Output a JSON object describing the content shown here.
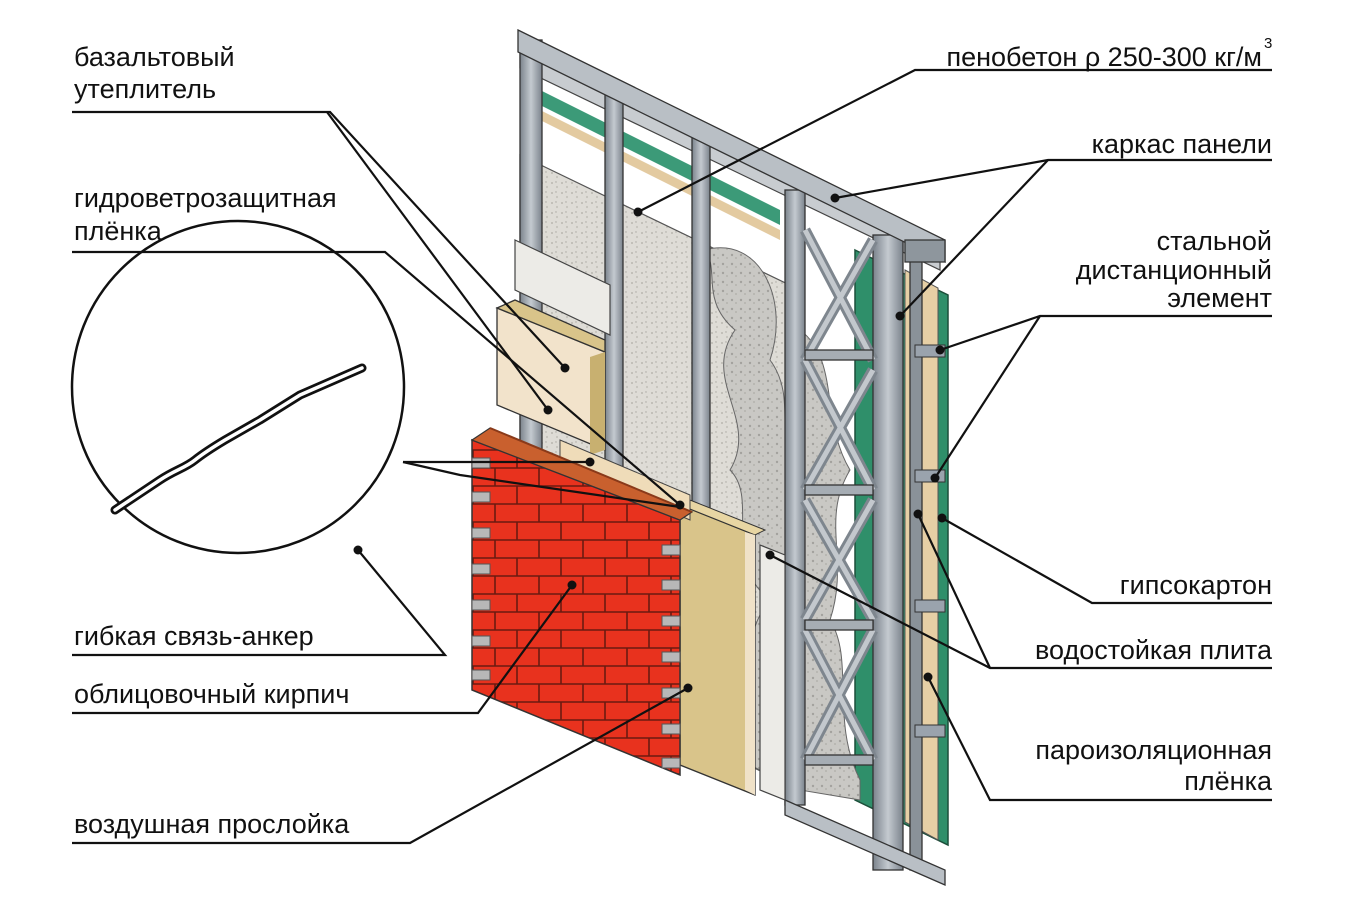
{
  "labels": {
    "basalt_insulation": [
      "базальтовый",
      "утеплитель"
    ],
    "wind_membrane": [
      "гидроветрозащитная",
      "плёнка"
    ],
    "flexible_tie": "гибкая связь-анкер",
    "facing_brick": "облицовочный кирпич",
    "air_gap": "воздушная прослойка",
    "foam_concrete": "пенобетон ρ 250-300 кг/м",
    "foam_concrete_sup": "3",
    "panel_frame": "каркас панели",
    "steel_spacer": [
      "стальной",
      "дистанционный",
      "элемент"
    ],
    "drywall": "гипсокартон",
    "waterproof_board": "водостойкая плита",
    "vapor_membrane": [
      "пароизоляционная",
      "плёнка"
    ]
  },
  "colors": {
    "brick": "#e8321e",
    "brick_top": "#c9602e",
    "mortar": "#b8b8b8",
    "insulation": "#d9c48a",
    "membrane": "#f0e2c8",
    "concrete": "#dcdcd8",
    "steel": "#9aa3ad",
    "green_board": "#2f8f6a"
  }
}
